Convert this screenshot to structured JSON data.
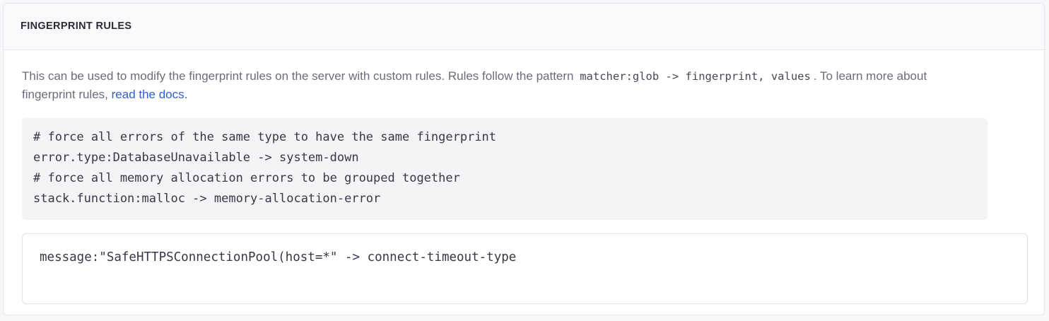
{
  "panel": {
    "title": "FINGERPRINT RULES",
    "description": {
      "lead": "This can be used to modify the fingerprint rules on the server with custom rules. Rules follow the pattern ",
      "inline_code": "matcher:glob -> fingerprint, values",
      "middle": ". To learn more about fingerprint rules, ",
      "link_label": "read the docs.",
      "link_color": "#2f5fd0"
    },
    "example_code": "# force all errors of the same type to have the same fingerprint\nerror.type:DatabaseUnavailable -> system-down\n# force all memory allocation errors to be grouped together\nstack.function:malloc -> memory-allocation-error",
    "rules_input": {
      "value": "message:\"SafeHTTPSConnectionPool(host=*\" -> connect-timeout-type",
      "placeholder": ""
    }
  },
  "colors": {
    "page_background": "#f7f7fa",
    "panel_background": "#ffffff",
    "panel_header_background": "#fafafc",
    "border": "#e7e6ec",
    "title_text": "#2f2936",
    "body_text": "#6c6b7d",
    "code_background": "#f4f4f7",
    "code_text": "#3c3547",
    "link": "#2f5fd0"
  }
}
